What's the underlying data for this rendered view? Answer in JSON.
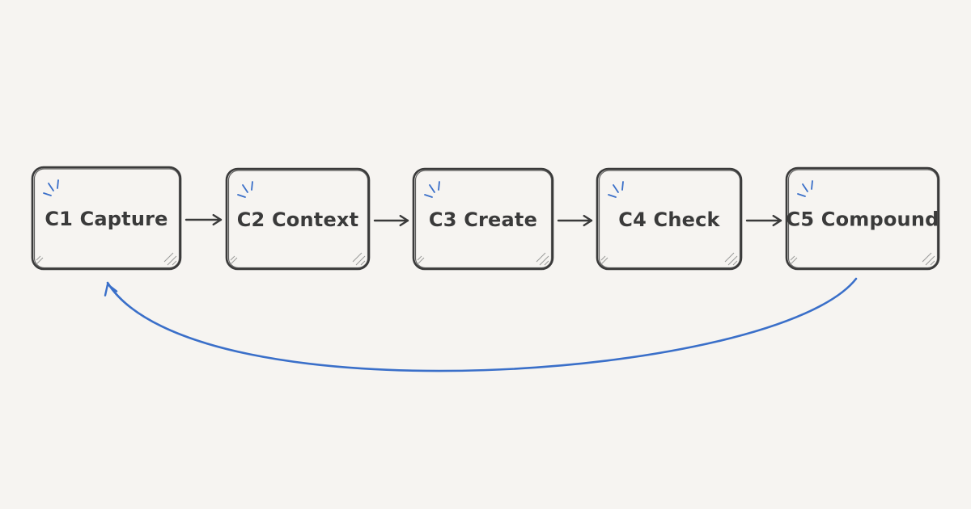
{
  "colors": {
    "background": "#f6f4f1",
    "ink": "#3a3a3a",
    "accent": "#3a6fc9"
  },
  "diagram": {
    "nodes": [
      {
        "id": "c1",
        "label": "C1 Capture"
      },
      {
        "id": "c2",
        "label": "C2 Context"
      },
      {
        "id": "c3",
        "label": "C3 Create"
      },
      {
        "id": "c4",
        "label": "C4 Check"
      },
      {
        "id": "c5",
        "label": "C5 Compound"
      }
    ],
    "edges": [
      {
        "from": "c1",
        "to": "c2"
      },
      {
        "from": "c2",
        "to": "c3"
      },
      {
        "from": "c3",
        "to": "c4"
      },
      {
        "from": "c4",
        "to": "c5"
      },
      {
        "from": "c5",
        "to": "c1",
        "style": "curved-return",
        "color": "accent"
      }
    ]
  }
}
